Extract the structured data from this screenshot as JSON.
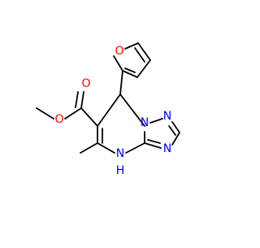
{
  "molecule": {
    "atom_labels": {
      "furan_o": "O",
      "carbonyl_o": "O",
      "ester_o": "O",
      "n_triazole_top_left": "N",
      "n_triazole_top_right": "N",
      "n_triazole_bottom": "N",
      "nh_n": "N",
      "nh_h": "H"
    },
    "colors": {
      "bond": "#000000",
      "oxygen": "#ff0000",
      "nitrogen": "#0000ff"
    }
  }
}
